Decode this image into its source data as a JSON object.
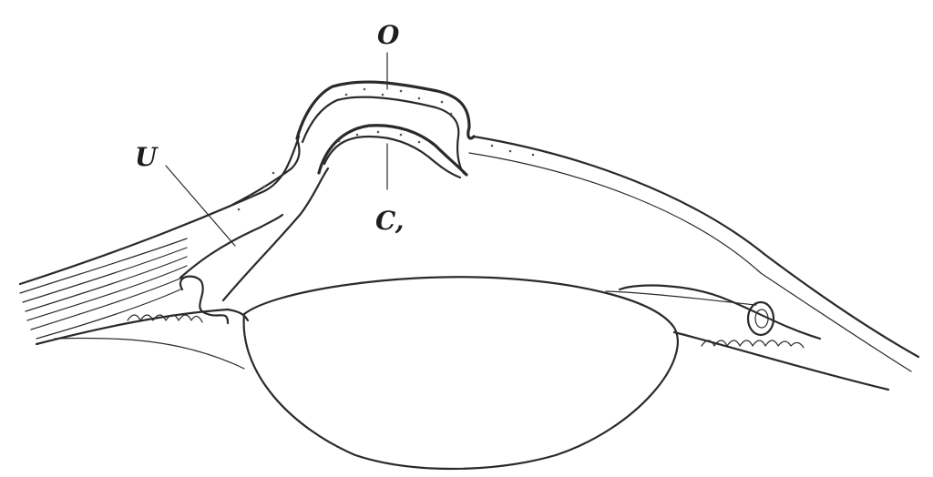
{
  "diagram": {
    "labels": {
      "O": "O",
      "C": "C,",
      "U": "U"
    },
    "colors": {
      "ink": "#2a2a2a",
      "background": "#ffffff"
    }
  }
}
